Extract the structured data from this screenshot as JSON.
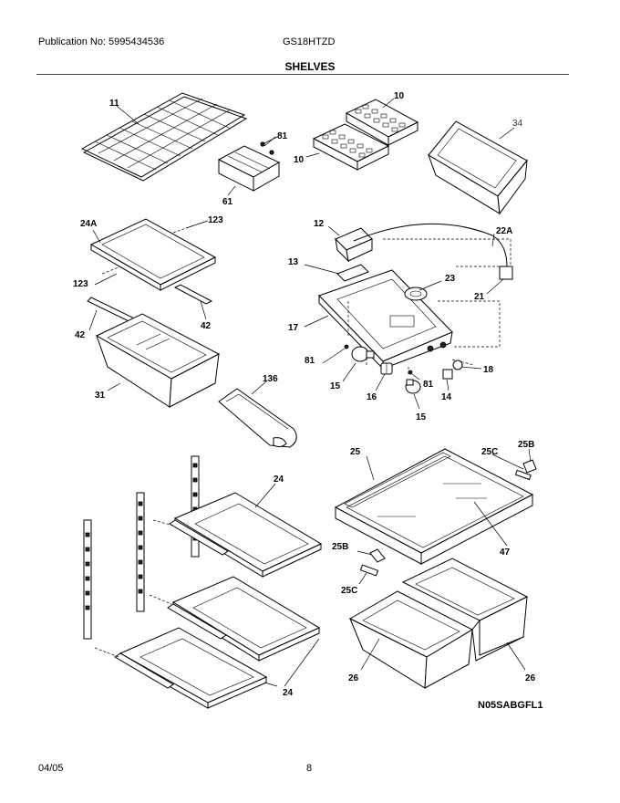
{
  "header": {
    "publication": "Publication No: 5995434536",
    "model": "GS18HTZD",
    "section_title": "SHELVES"
  },
  "footer": {
    "date": "04/05",
    "page_number": "8"
  },
  "diagram": {
    "code": "N05SABGFL1",
    "callouts": {
      "c11": "11",
      "c81a": "81",
      "c61": "61",
      "c10a": "10",
      "c10b": "10",
      "c34": "34",
      "c24A": "24A",
      "c123a": "123",
      "c123b": "123",
      "c42a": "42",
      "c42b": "42",
      "c31": "31",
      "c12": "12",
      "c22A": "22A",
      "c13": "13",
      "c23": "23",
      "c21": "21",
      "c17": "17",
      "c81b": "81",
      "c18": "18",
      "c15a": "15",
      "c81c": "81",
      "c16": "16",
      "c14": "14",
      "c15b": "15",
      "c136": "136",
      "c24a": "24",
      "c24b": "24",
      "c25": "25",
      "c25Ca": "25C",
      "c25Ba": "25B",
      "c47": "47",
      "c25Bb": "25B",
      "c25Cb": "25C",
      "c26a": "26",
      "c26b": "26"
    }
  }
}
